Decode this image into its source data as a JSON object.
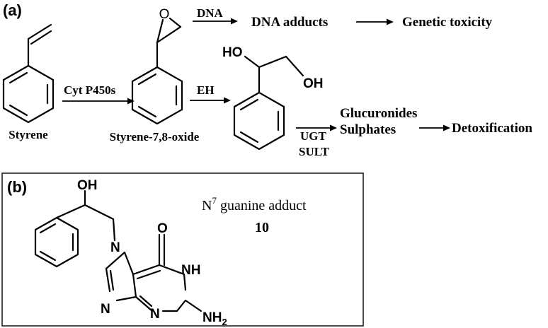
{
  "panel_a": {
    "label": "(a)",
    "styrene": "Styrene",
    "enzyme_p450": "Cyt P450s",
    "oxide": "Styrene-7,8-oxide",
    "dna": "DNA",
    "dna_adducts": "DNA adducts",
    "genetic_toxicity": "Genetic toxicity",
    "eh": "EH",
    "ho": "HO",
    "oh": "OH",
    "glucuronides": "Glucuronides",
    "sulphates": "Sulphates",
    "ugt": "UGT",
    "sult": "SULT",
    "detox": "Detoxification",
    "epoxide_o": "O"
  },
  "panel_b": {
    "label": "(b)",
    "adduct_n": "N",
    "adduct_sup": "7",
    "adduct_text": " guanine adduct",
    "compound_number": "10",
    "oh": "OH",
    "o": "O",
    "n7": "N",
    "nh": "NH",
    "n_left": "N",
    "n_bottom": "N",
    "nh2": "NH",
    "nh2_sub": "2"
  }
}
